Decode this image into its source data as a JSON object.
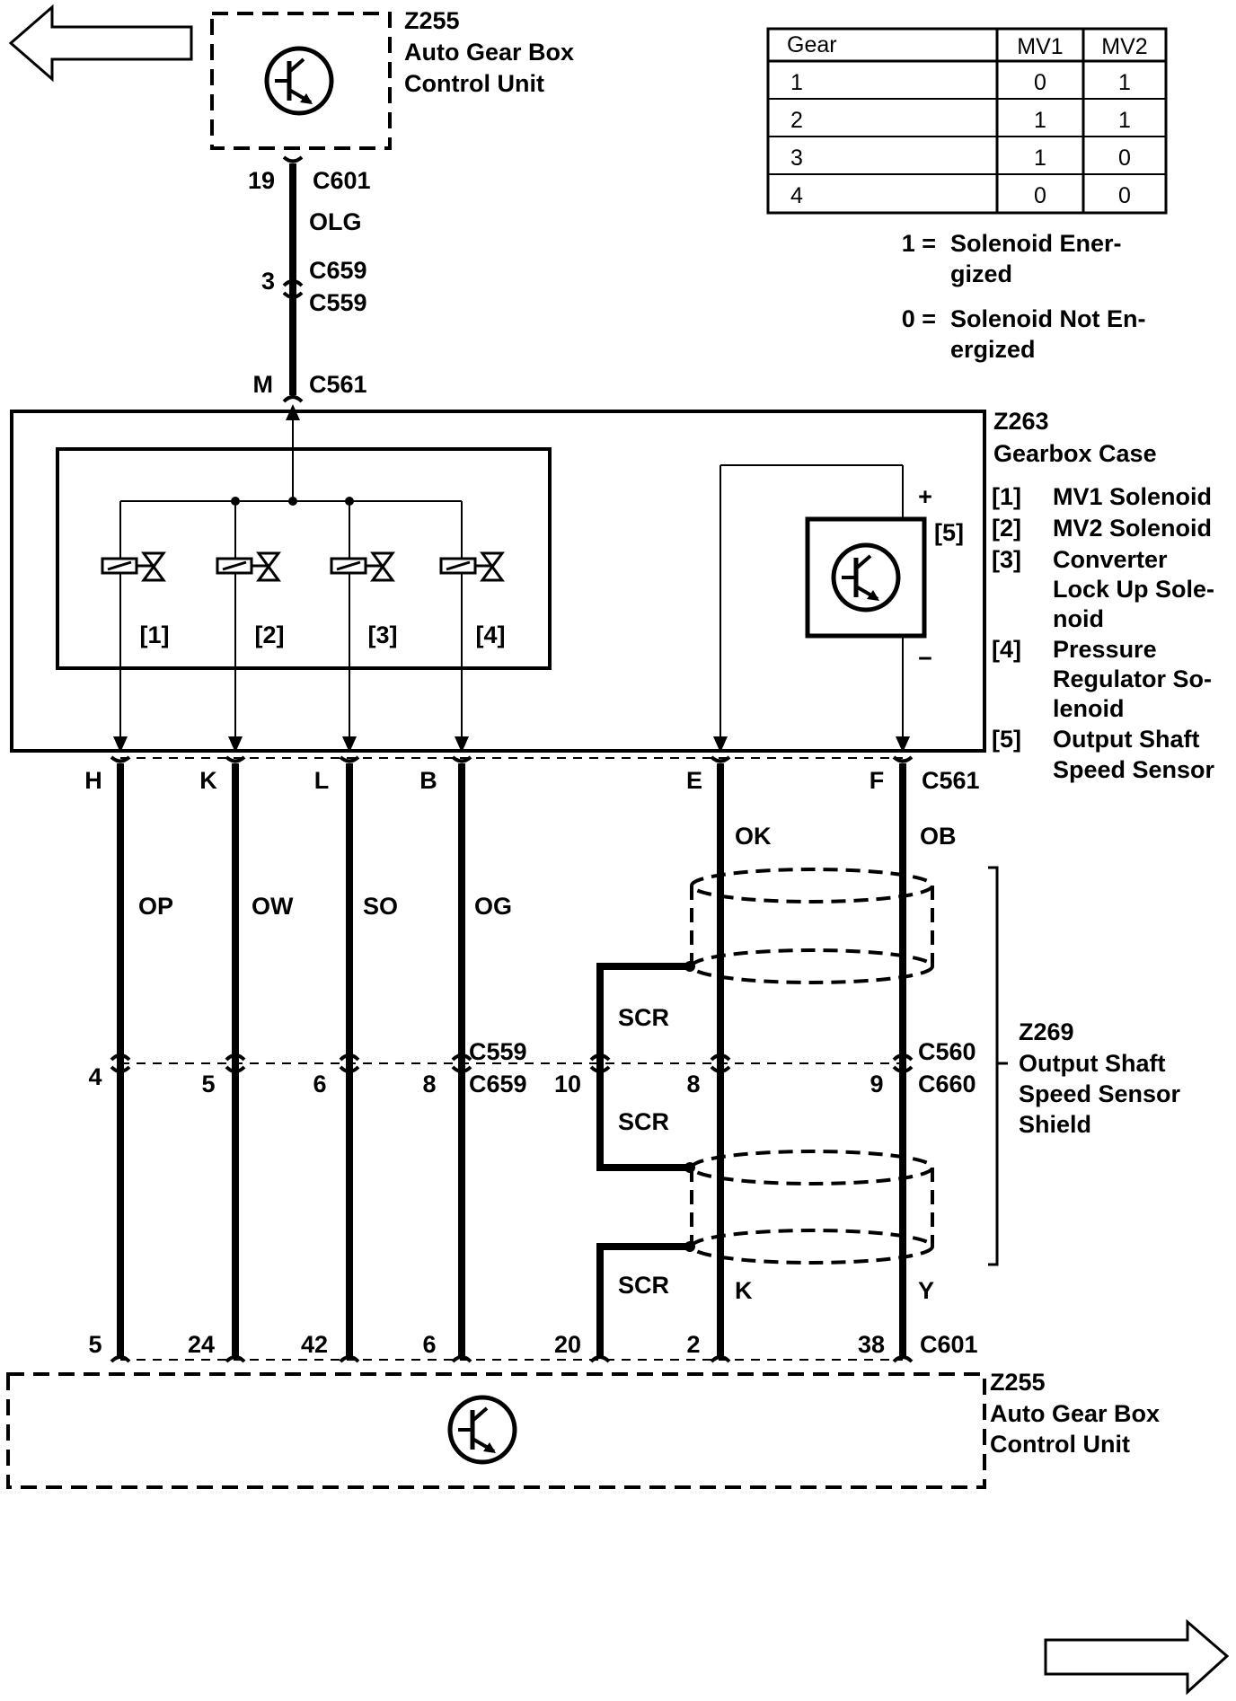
{
  "top_module": {
    "id": "Z255",
    "name_line1": "Auto Gear Box",
    "name_line2": "Control Unit"
  },
  "bottom_module": {
    "id": "Z255",
    "name_line1": "Auto Gear Box",
    "name_line2": "Control Unit"
  },
  "gearbox": {
    "id": "Z263",
    "name": "Gearbox Case"
  },
  "shield": {
    "id": "Z269",
    "name_line1": "Output Shaft",
    "name_line2": "Speed Sensor",
    "name_line3": "Shield"
  },
  "feed": {
    "pin_top": "19",
    "conn_top": "C601",
    "wire_color": "OLG",
    "pin_mid": "3",
    "conn_mid1": "C659",
    "conn_mid2": "C559",
    "pin_case": "M",
    "conn_case": "C561"
  },
  "solenoid_labels": [
    "[1]",
    "[2]",
    "[3]",
    "[4]"
  ],
  "sensor_label": "[5]",
  "sensor_plus": "+",
  "sensor_minus": "−",
  "legend": [
    {
      "key": "[1]",
      "l1": "MV1 Solenoid",
      "l2": "",
      "l3": ""
    },
    {
      "key": "[2]",
      "l1": "MV2 Solenoid",
      "l2": "",
      "l3": ""
    },
    {
      "key": "[3]",
      "l1": "Converter",
      "l2": "Lock Up Sole-",
      "l3": "noid"
    },
    {
      "key": "[4]",
      "l1": "Pressure",
      "l2": "Regulator So-",
      "l3": "lenoid"
    },
    {
      "key": "[5]",
      "l1": "Output Shaft",
      "l2": "Speed Sensor",
      "l3": ""
    }
  ],
  "gear_table": {
    "headers": [
      "Gear",
      "MV1",
      "MV2"
    ],
    "rows": [
      [
        "1",
        "0",
        "1"
      ],
      [
        "2",
        "1",
        "1"
      ],
      [
        "3",
        "1",
        "0"
      ],
      [
        "4",
        "0",
        "0"
      ]
    ],
    "note1_key": "1 =",
    "note1_l1": "Solenoid Ener-",
    "note1_l2": "gized",
    "note0_key": "0 =",
    "note0_l1": "Solenoid Not En-",
    "note0_l2": "ergized"
  },
  "case_connector": {
    "name": "C561",
    "pins": [
      "H",
      "K",
      "L",
      "B",
      "E",
      "F"
    ]
  },
  "wire_colors": [
    "OP",
    "OW",
    "SO",
    "OG",
    "OK",
    "OB"
  ],
  "inline_connector": {
    "name1": "C559",
    "name2": "C659",
    "name3": "C560",
    "name4": "C660",
    "pins": [
      "4",
      "5",
      "6",
      "8",
      "10",
      "8",
      "9"
    ]
  },
  "scr_labels": [
    "SCR",
    "SCR",
    "SCR"
  ],
  "shield_letters": [
    "K",
    "Y"
  ],
  "ecu_connector": {
    "name": "C601",
    "pins": [
      "5",
      "24",
      "42",
      "6",
      "20",
      "2",
      "38"
    ]
  }
}
